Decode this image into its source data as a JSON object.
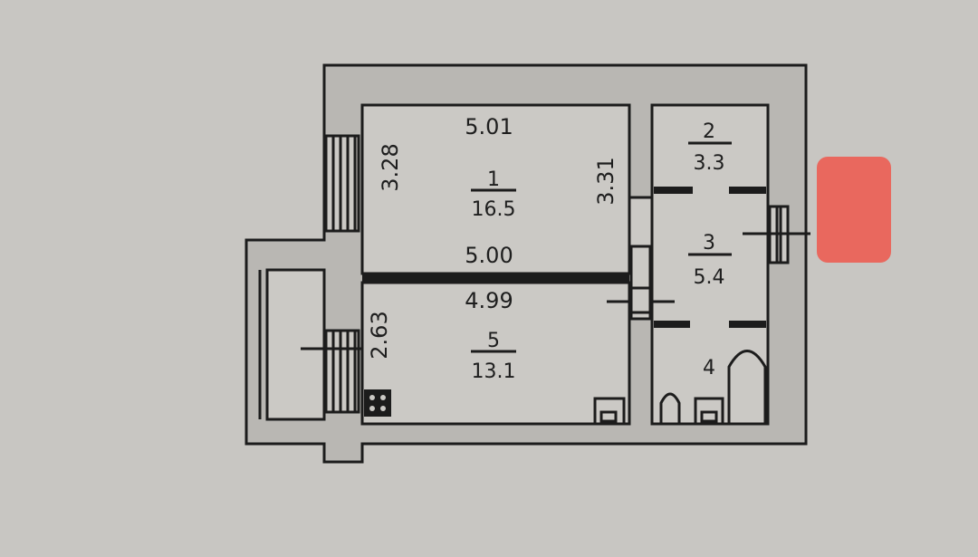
{
  "plan": {
    "rooms": [
      {
        "number": "1",
        "area": "16.5"
      },
      {
        "number": "2",
        "area": "3.3"
      },
      {
        "number": "3",
        "area": "5.4"
      },
      {
        "number": "4"
      },
      {
        "number": "5",
        "area": "13.1"
      }
    ],
    "dimensions": {
      "room1_top": "5.01",
      "room1_left": "3.28",
      "room1_right": "3.31",
      "room1_bottom": "5.00",
      "room5_top": "4.99",
      "room5_left": "2.63"
    },
    "marker_color": "#e9685e",
    "background_color": "#c8c6c2"
  }
}
